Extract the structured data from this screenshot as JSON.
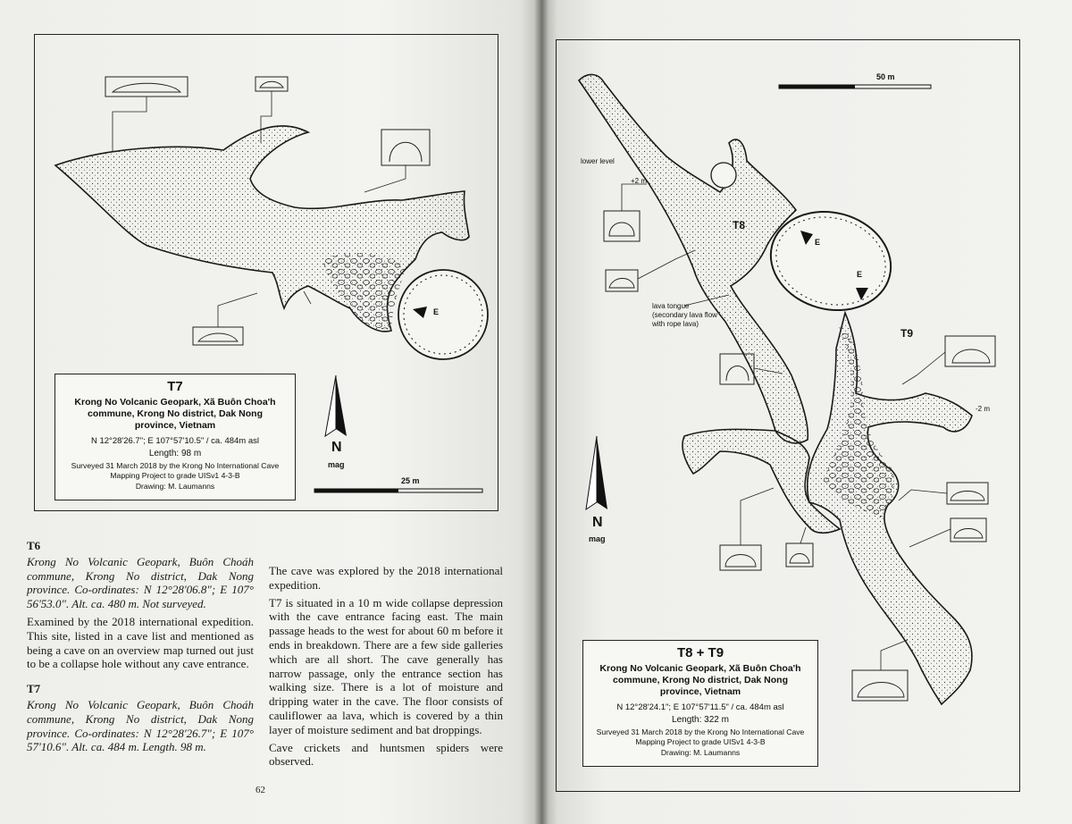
{
  "left_page": {
    "map_title": {
      "code": "T7",
      "location": "Krong No Volcanic Geopark, Xã Buôn Choa'h commune, Krong No district, Dak Nong province, Vietnam",
      "coords": "N 12°28'26.7\"; E 107°57'10.5\" / ca. 484m asl",
      "length": "Length: 98 m",
      "survey": "Surveyed 31 March 2018 by the Krong No International Cave Mapping Project to grade UISv1 4-3-B",
      "drawing": "Drawing: M. Laumanns"
    },
    "north": "N",
    "mag": "mag",
    "scale": "25 m",
    "entrance_label": "E",
    "t6": {
      "heading": "T6",
      "desc": "Krong No Volcanic Geopark, Buôn Choáh commune, Krong No district, Dak Nong province. Co-ordinates: N 12°28'06.8\"; E 107° 56'53.0\". Alt. ca. 480 m. Not surveyed.",
      "body": "Examined by the 2018 international expedition. This site, listed in a cave list and mentioned as being a cave on an overview map turned out just to be a collapse hole without any cave entrance."
    },
    "t7": {
      "heading": "T7",
      "desc": "Krong No Volcanic Geopark, Buôn Choáh commune, Krong No district, Dak Nong province. Co-ordinates: N 12°28'26.7\"; E 107° 57'10.6\". Alt. ca. 484 m. Length. 98 m."
    },
    "col2": {
      "p1": "The cave was explored by the 2018 international expedition.",
      "p2": "T7 is situated in a 10 m wide collapse depression with the cave entrance facing east. The main passage heads to the west for about 60 m before it ends in breakdown. There are a few side galleries which are all short. The cave generally has narrow passage, only the entrance section has walking size. There is a lot of moisture and dripping water in the cave. The floor consists of cauliflower aa lava, which is covered by a thin layer of moisture sediment and bat droppings.",
      "p3": "Cave crickets and huntsmen spiders were observed."
    },
    "page_number": "62"
  },
  "right_page": {
    "map_title": {
      "code": "T8 + T9",
      "location": "Krong No Volcanic Geopark, Xã Buôn Choa'h commune, Krong No district, Dak Nong province, Vietnam",
      "coords": "N 12°28'24.1\"; E 107°57'11.5\" / ca. 484m asl",
      "length": "Length: 322 m",
      "survey": "Surveyed 31 March 2018 by the Krong No International Cave Mapping Project to grade UISv1 4-3-B",
      "drawing": "Drawing: M. Laumanns"
    },
    "scale": "50 m",
    "north": "N",
    "mag": "mag",
    "labels": {
      "lower_level": "lower level",
      "plus2": "+2 m",
      "t8": "T8",
      "t9": "T9",
      "e1": "E",
      "e2": "E",
      "lava_tongue": "lava tongue (secondary lava flow with rope lava)",
      "minus2": "-2 m"
    }
  },
  "colors": {
    "paper": "#f1f1ee",
    "ink": "#1a1a1a"
  }
}
